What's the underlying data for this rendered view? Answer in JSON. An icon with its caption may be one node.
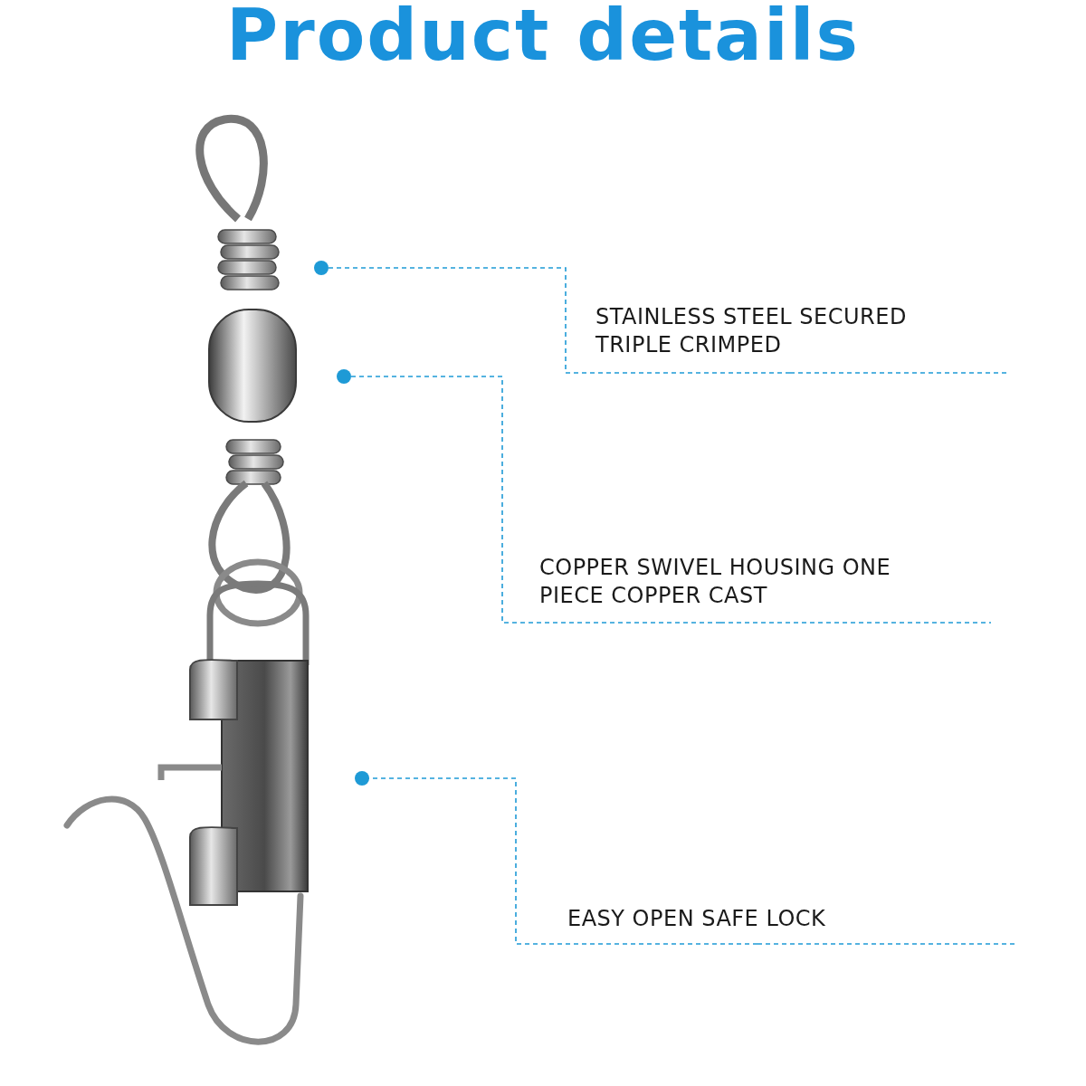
{
  "diagram": {
    "title": "Product details",
    "nodes": [
      {
        "text": [
          "STAINLESS STEEL SECURED TRIPLE CRIMPED"
        ]
      },
      {
        "text": [
          "COPPER SWIVEL HOUSING ONE PIECE COPPER CAST"
        ]
      },
      {
        "text": [
          "EASY OPEN SAFE LOCK"
        ]
      },
      {
        "text": [],
        "shape": "picture"
      },
      {
        "text": [],
        "shape": "picture"
      },
      {
        "text": [],
        "shape": "picture"
      }
    ],
    "edges": [
      {
        "from": 0,
        "to": 3,
        "arrow": "other",
        "style": "dashed"
      },
      {
        "from": 1,
        "to": 4,
        "arrow": "other",
        "style": "dashed"
      },
      {
        "from": 2,
        "to": 5,
        "arrow": "other",
        "style": "dashed"
      }
    ]
  }
}
